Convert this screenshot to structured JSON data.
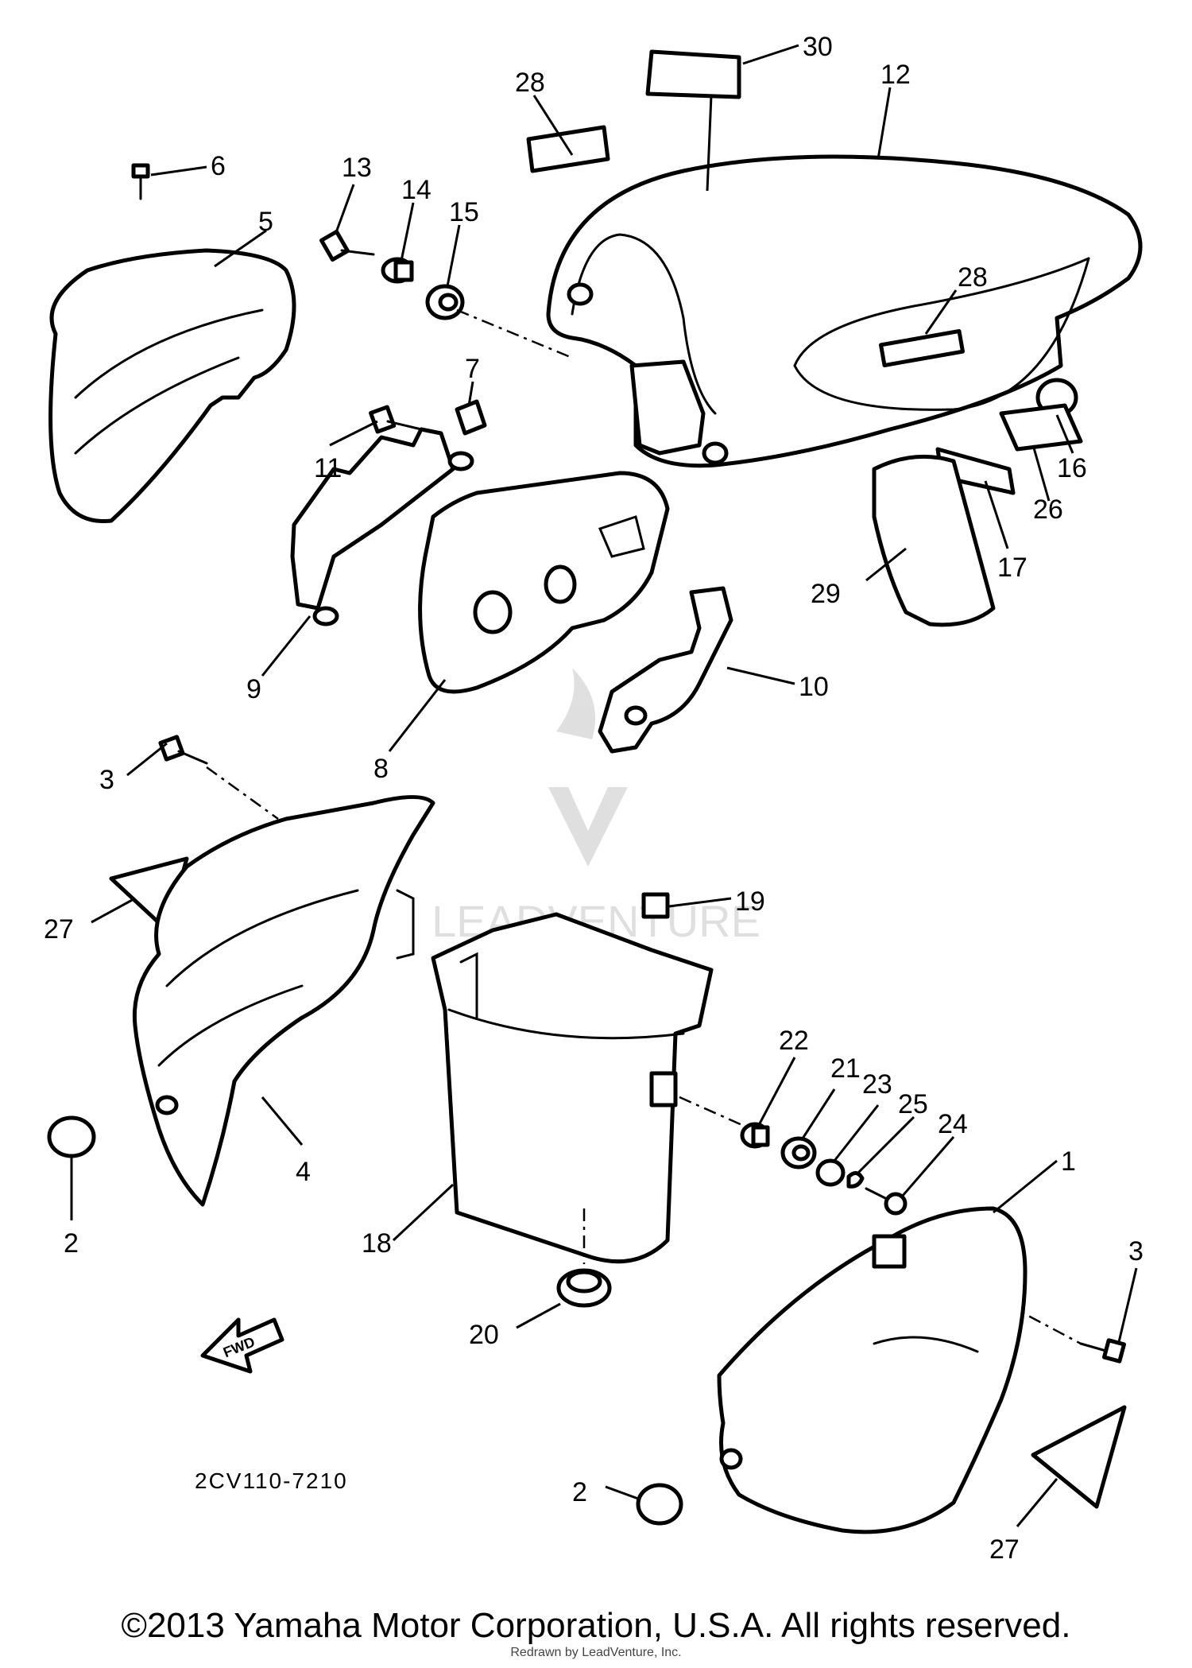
{
  "diagram": {
    "callouts": [
      "30",
      "12",
      "28",
      "6",
      "5",
      "13",
      "14",
      "15",
      "28",
      "7",
      "11",
      "16",
      "26",
      "17",
      "29",
      "9",
      "10",
      "8",
      "3",
      "27",
      "19",
      "22",
      "21",
      "23",
      "25",
      "24",
      "1",
      "3",
      "4",
      "2",
      "18",
      "20",
      "2",
      "27"
    ],
    "fwd_label": "FWD",
    "part_code": "2CV110-7210",
    "watermark": "LEADVENTURE"
  },
  "footer": {
    "copyright": "©2013 Yamaha Motor Corporation, U.S.A. All rights reserved.",
    "redrawn_by": "Redrawn by LeadVenture, Inc."
  }
}
